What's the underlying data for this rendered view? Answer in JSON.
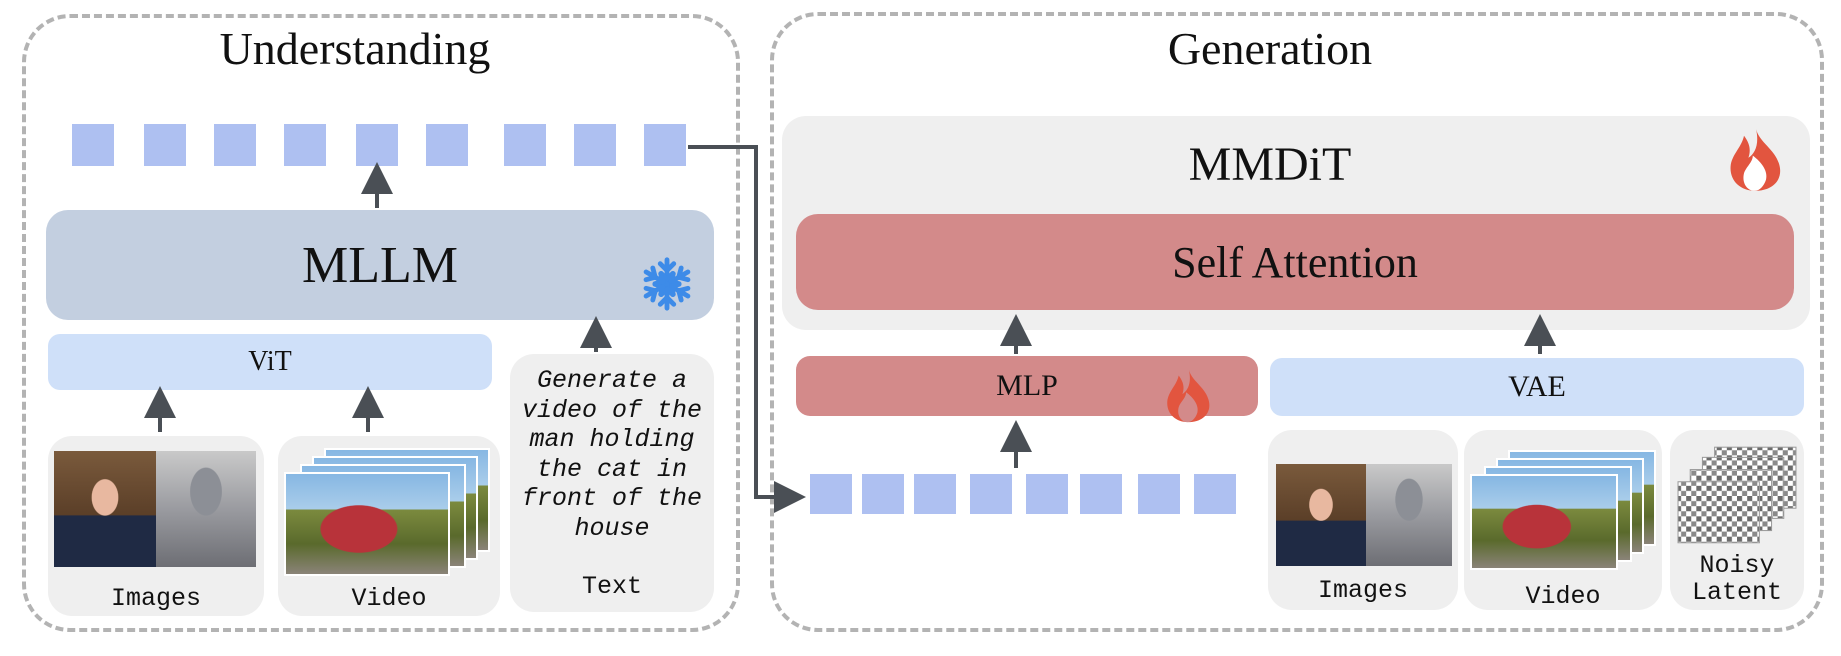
{
  "understanding": {
    "title": "Understanding",
    "mllm_label": "MLLM",
    "vit_label": "ViT",
    "inputs": {
      "images_label": "Images",
      "video_label": "Video",
      "text_label": "Text",
      "prompt_lines": [
        "Generate a",
        "video of the",
        "man holding",
        "the cat in",
        "front of the",
        "house"
      ]
    },
    "frozen_icon": "snowflake-icon"
  },
  "generation": {
    "title": "Generation",
    "mmdit_label": "MMDiT",
    "self_attention_label": "Self Attention",
    "mlp_label": "MLP",
    "vae_label": "VAE",
    "inputs": {
      "images_label": "Images",
      "video_label": "Video",
      "noisy_latent_lines": [
        "Noisy",
        "Latent"
      ]
    },
    "trainable_icon": "flame-icon"
  },
  "colors": {
    "token": "#aec0f1",
    "mllm": "#c3cfe0",
    "encoder": "#cfe0f9",
    "trainable": "#d38a8a",
    "panel_border": "#b3b3b3",
    "snowflake": "#3d8be8",
    "flame": "#e2553f"
  }
}
